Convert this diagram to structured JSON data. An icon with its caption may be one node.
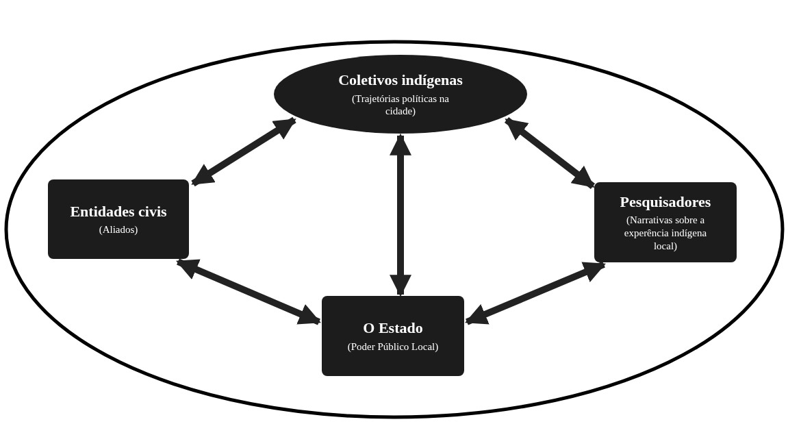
{
  "diagram": {
    "nodes": [
      {
        "text": [],
        "shape": "ellipse"
      },
      {
        "text": [
          "Coletivos indígenas",
          "(Trajetórias políticas na cidade)"
        ],
        "in": 0
      },
      {
        "text": [
          "Entidades civis",
          "(Aliados)"
        ],
        "in": 0
      },
      {
        "text": [
          "Pesquisadores",
          "(Narrativas sobre a experência indígena local)"
        ],
        "in": 0
      },
      {
        "text": [
          "O Estado",
          "(Poder Público Local)"
        ],
        "in": 0
      }
    ],
    "edges": [
      {
        "from": 1,
        "to": 2,
        "arrow": "both"
      },
      {
        "from": 1,
        "to": 3,
        "arrow": "both"
      },
      {
        "from": 1,
        "to": 4,
        "arrow": "both"
      },
      {
        "from": 2,
        "to": 4,
        "arrow": "both"
      },
      {
        "from": 3,
        "to": 4,
        "arrow": "both"
      }
    ]
  }
}
